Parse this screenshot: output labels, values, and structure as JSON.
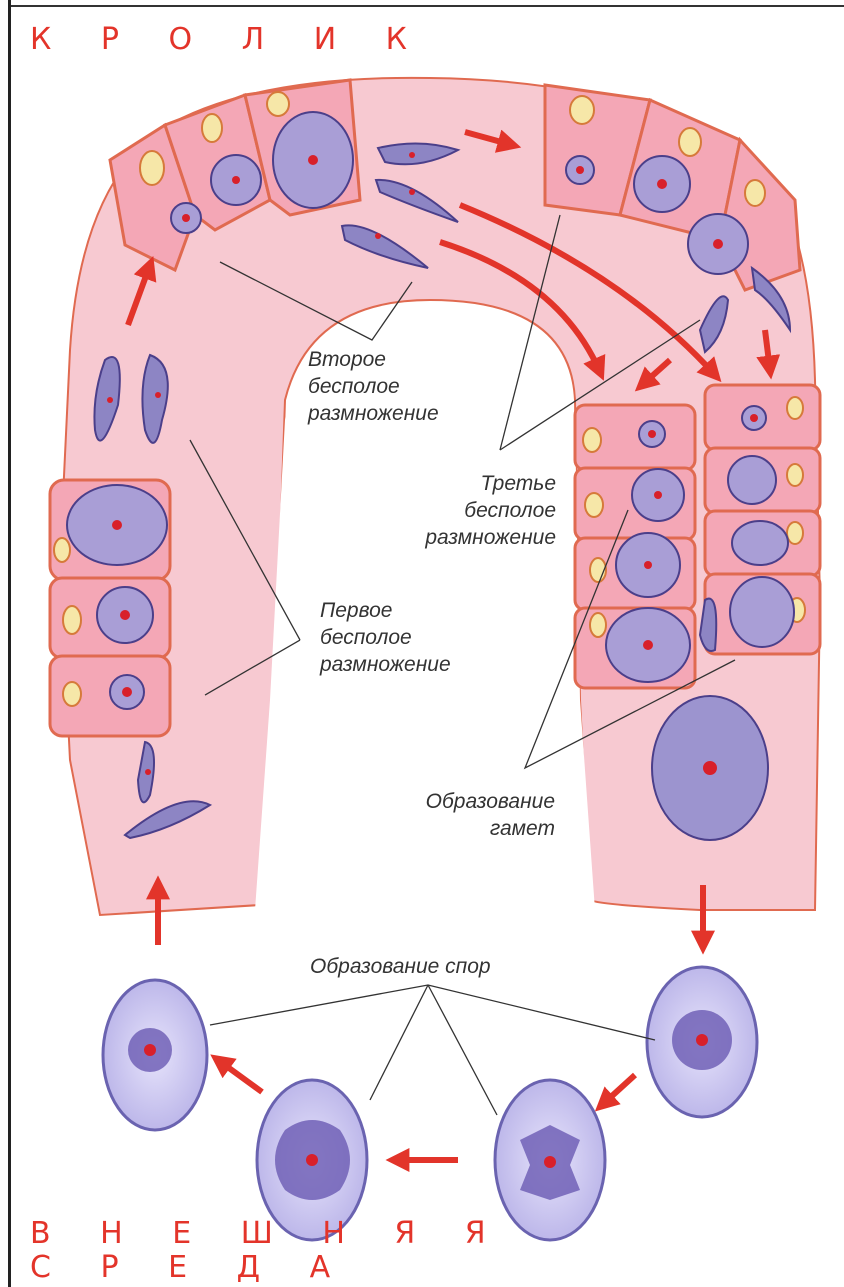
{
  "host_label": "К Р О Л И К",
  "env_label": [
    "В Н Е Ш Н Я Я",
    "С Р Е Д А"
  ],
  "labels": {
    "second_asexual": [
      "Второе",
      "бесполое",
      "размножение"
    ],
    "third_asexual": [
      "Третье",
      "бесполое",
      "размножение"
    ],
    "first_asexual": [
      "Первое",
      "бесполое",
      "размножение"
    ],
    "gametes": [
      "Образование",
      "гамет"
    ],
    "spores": "Образование спор"
  },
  "colors": {
    "tissue": "#f7c9d1",
    "cell": "#f4a7b6",
    "cell_border": "#e06a50",
    "parasite": "#7c74b8",
    "nucleus": "#d8202a",
    "arrow": "#e2342a",
    "oocyst": "#c7c3ef"
  }
}
